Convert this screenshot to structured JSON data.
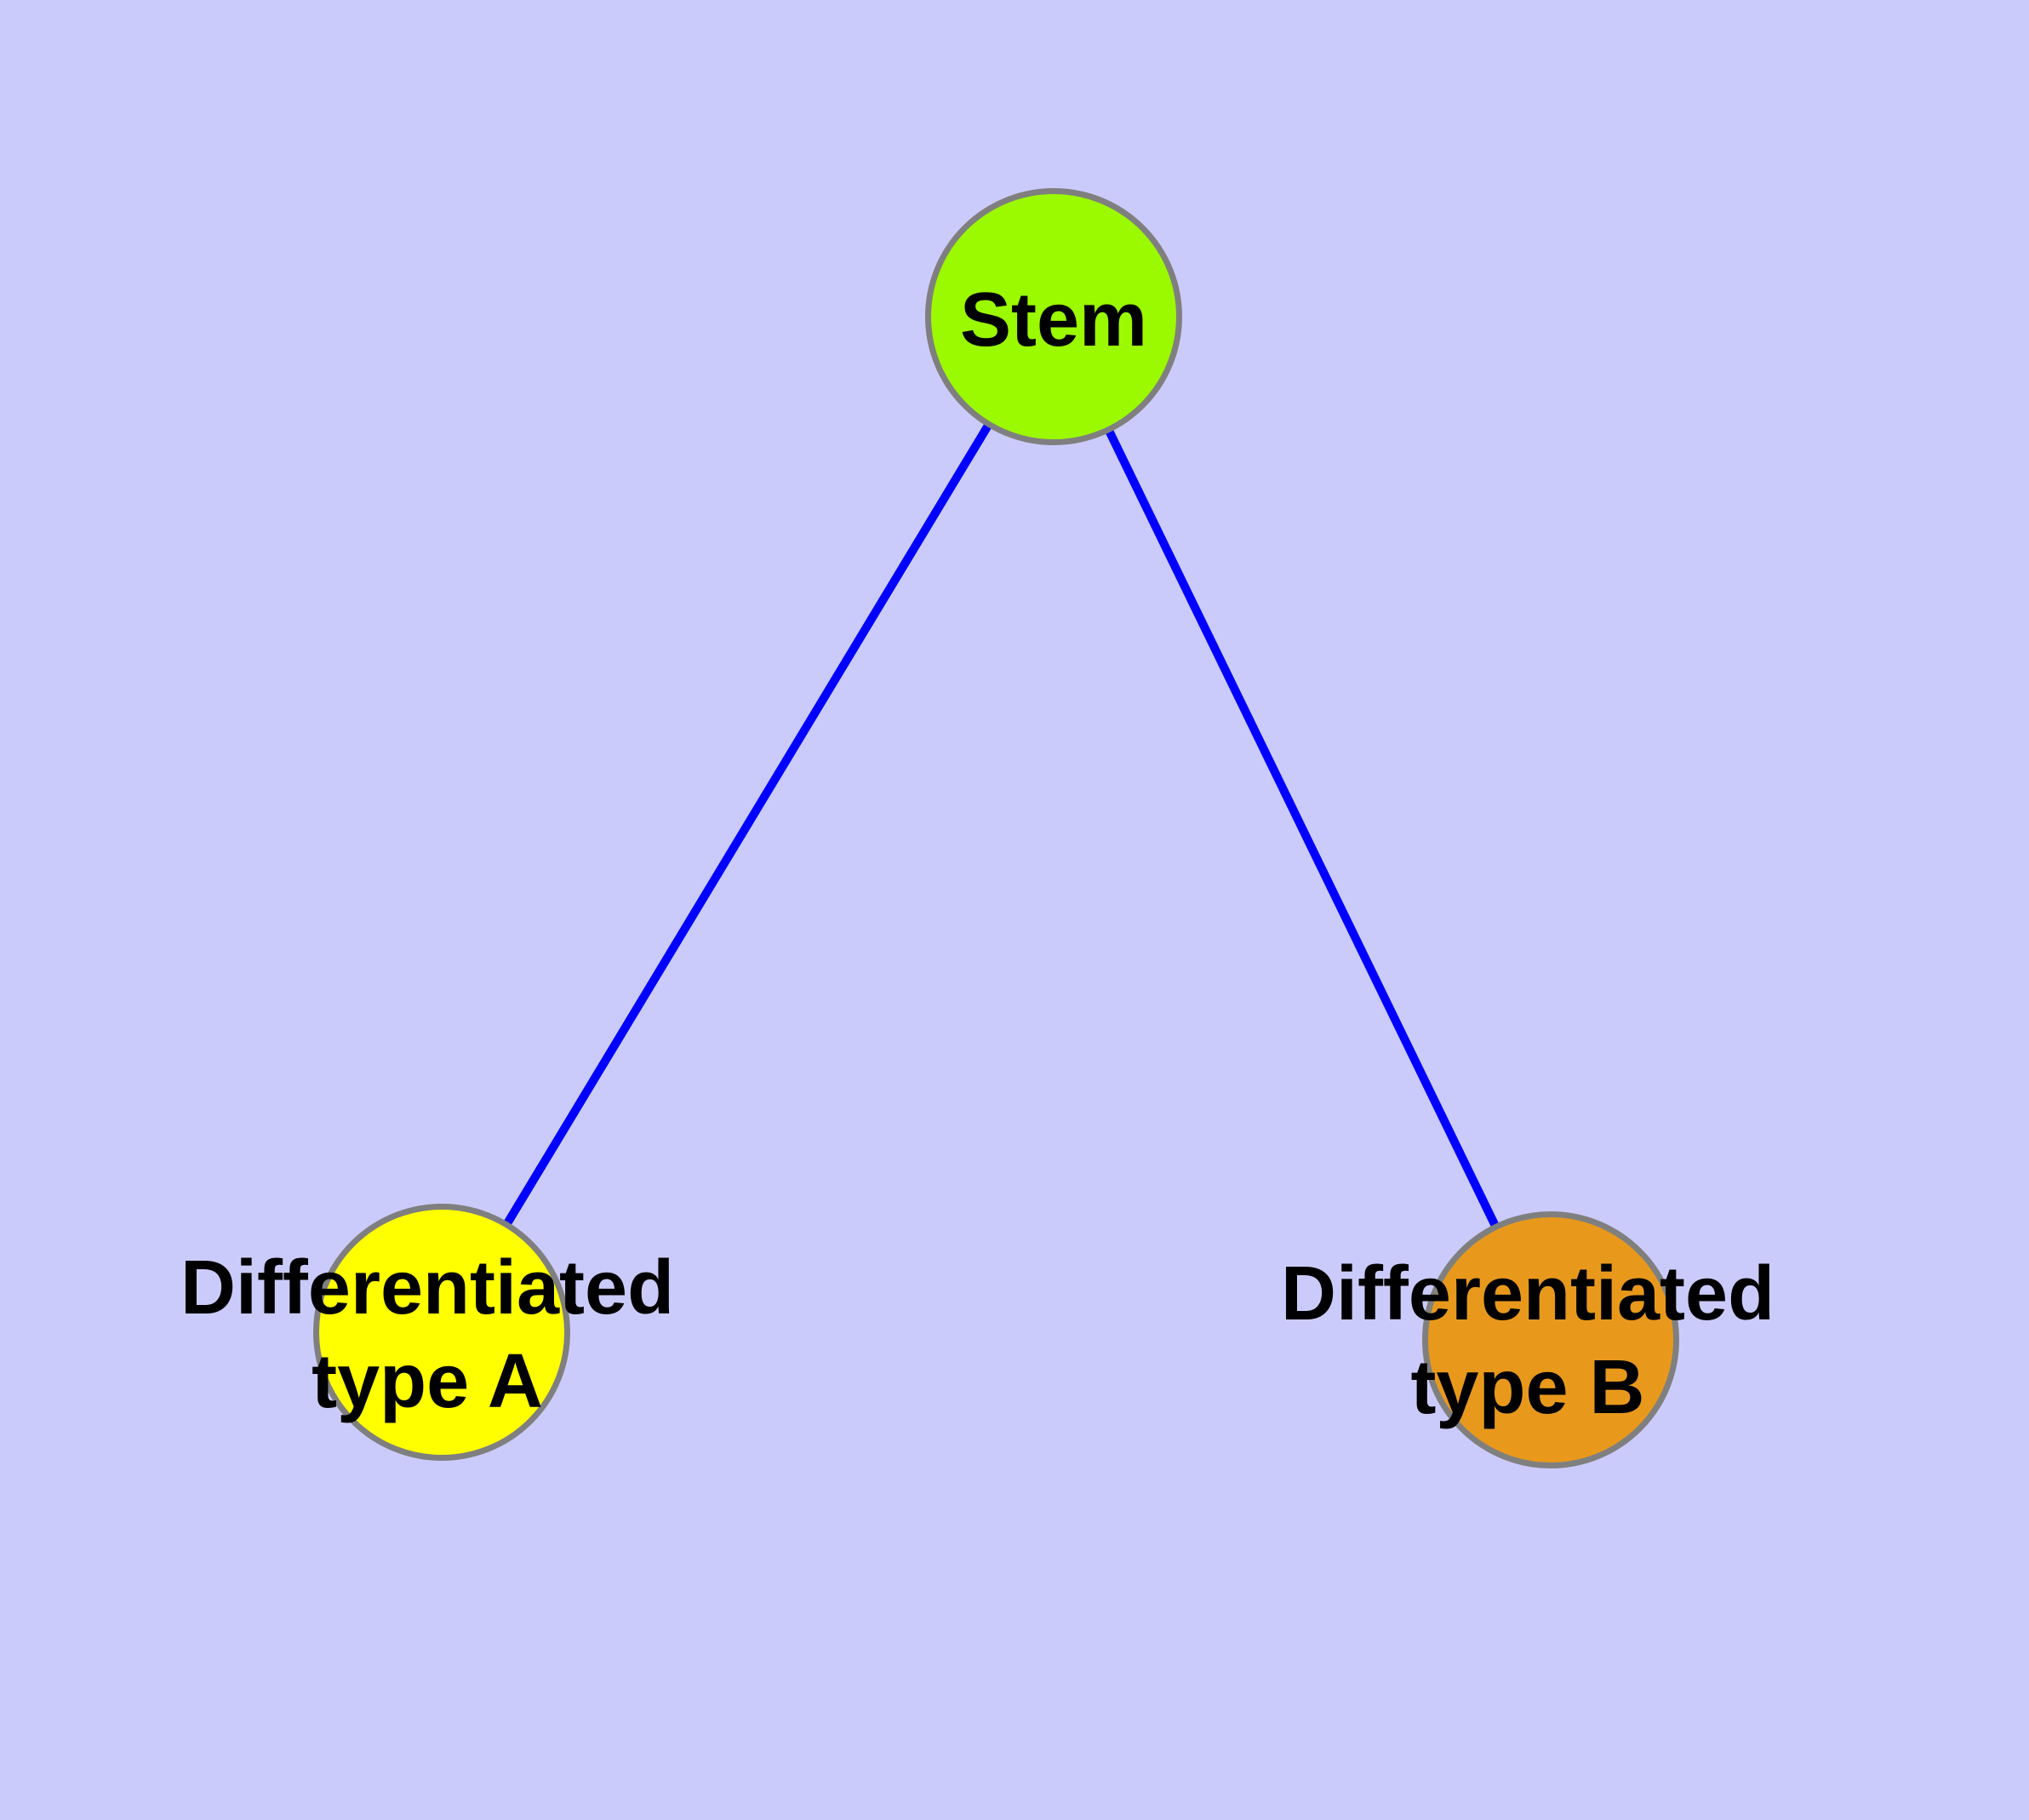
{
  "diagram": {
    "type": "node-link-graph",
    "background_color": "#CBCBFB",
    "edge_color": "#0000FF",
    "node_border_color": "#7F7F7F",
    "text_color": "#000000",
    "nodes": {
      "stem": {
        "label": "Stem",
        "fill_color": "#9BF900"
      },
      "type_a": {
        "label_line1": "Differentiated",
        "label_line2": "type A",
        "fill_color": "#FFFF00"
      },
      "type_b": {
        "label_line1": "Differentiated",
        "label_line2": "type B",
        "fill_color": "#E8991C"
      }
    },
    "edges": [
      {
        "from": "Stem",
        "to": "Differentiated type A"
      },
      {
        "from": "Stem",
        "to": "Differentiated type B"
      }
    ]
  }
}
